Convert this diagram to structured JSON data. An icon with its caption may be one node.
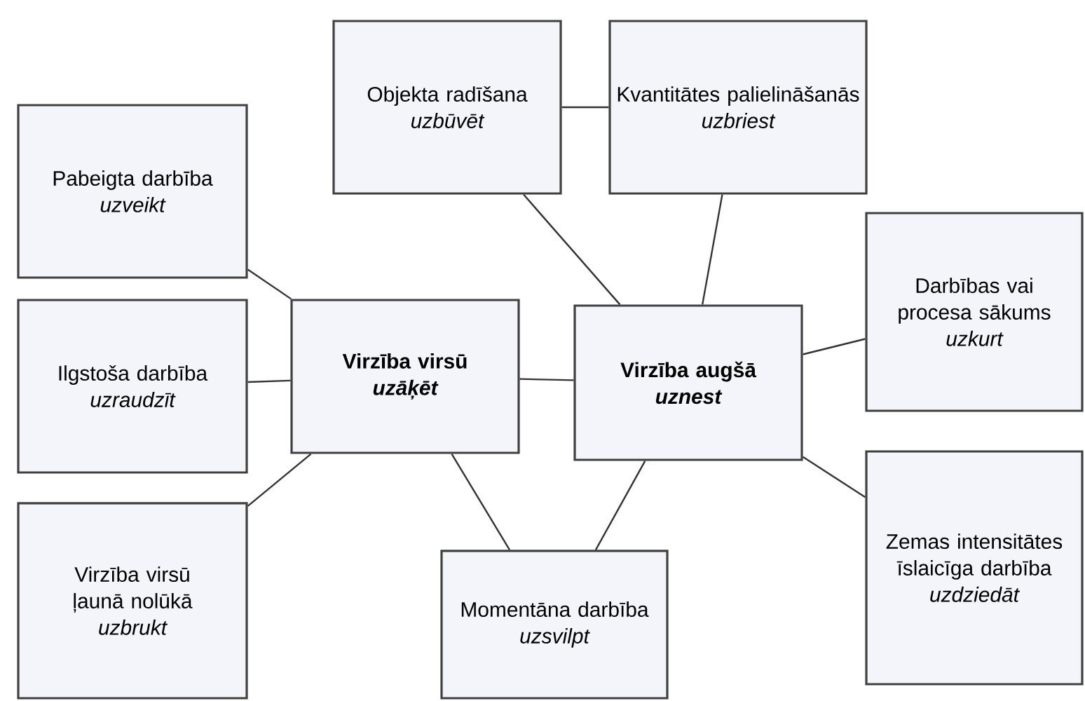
{
  "diagram": {
    "nodes": [
      {
        "text": [
          "Objekta radīšana",
          "uzbūvēt"
        ]
      },
      {
        "text": [
          "Kvantitātes palielināšanās",
          "uzbriest"
        ]
      },
      {
        "text": [
          "Pabeigta darbība",
          "uzveikt"
        ]
      },
      {
        "text": [
          "Darbības vai procesa sākums",
          "uzkurt"
        ]
      },
      {
        "text": [
          "Ilgstoša darbība",
          "uzraudzīt"
        ]
      },
      {
        "text": [
          "Virzība virsū",
          "uzāķēt"
        ]
      },
      {
        "text": [
          "Virzība augšā",
          "uznest"
        ]
      },
      {
        "text": [
          "Zemas intensitātes īslaicīga darbība",
          "uzdziedāt"
        ]
      },
      {
        "text": [
          "Virzība virsū ļaunā nolūkā",
          "uzbrukt"
        ]
      },
      {
        "text": [
          "Momentāna darbība",
          "uzsvilpt"
        ]
      }
    ],
    "edges": [
      {
        "from": 2,
        "to": 5,
        "arrow": "none"
      },
      {
        "from": 4,
        "to": 5,
        "arrow": "none"
      },
      {
        "from": 5,
        "to": 6,
        "arrow": "none"
      },
      {
        "from": 8,
        "to": 5,
        "arrow": "none"
      },
      {
        "from": 5,
        "to": 9,
        "arrow": "none"
      },
      {
        "from": 0,
        "to": 6,
        "arrow": "none"
      },
      {
        "from": 0,
        "to": 1,
        "arrow": "none"
      },
      {
        "from": 1,
        "to": 6,
        "arrow": "none"
      },
      {
        "from": 6,
        "to": 3,
        "arrow": "none"
      },
      {
        "from": 6,
        "to": 7,
        "arrow": "none"
      },
      {
        "from": 6,
        "to": 9,
        "arrow": "none"
      }
    ]
  }
}
